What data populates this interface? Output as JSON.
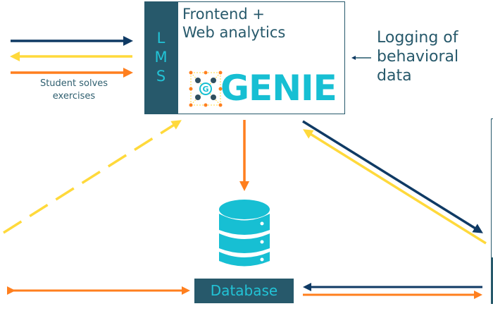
{
  "lms": {
    "letters": [
      "L",
      "M",
      "S"
    ]
  },
  "frontend": {
    "line1": "Frontend +",
    "line2": "Web analytics",
    "icon": "server-icon"
  },
  "logo": {
    "text": "GENIE",
    "badge": "G"
  },
  "student_label": {
    "line1": "Student solves",
    "line2": "exercises"
  },
  "logging_label": {
    "line1": "Logging of",
    "line2": "behavioral",
    "line3": "data"
  },
  "database": {
    "label": "Database",
    "icon": "database-icon"
  },
  "colors": {
    "navy": "#0f3a64",
    "yellow": "#ffd93b",
    "orange": "#ff7f1e",
    "teal": "#17bfd3",
    "slate": "#27596b"
  }
}
